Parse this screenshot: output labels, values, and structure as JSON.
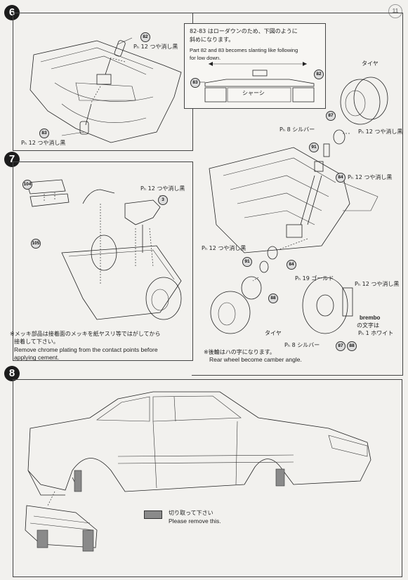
{
  "page_number": "11",
  "steps": {
    "s6": "6",
    "s7": "7",
    "s8": "8"
  },
  "step6": {
    "label_82_top": "Pₕ 12 つや消し黒",
    "label_83_bottom": "Pₕ 12 つや消し黒",
    "note_jp_1": "82-83 はローダウンのため、下図のように",
    "note_jp_2": "斜めになります。",
    "note_en_1": "Part 82 and 83 becomes slanting like following",
    "note_en_2": "for low down.",
    "chassis_label": "シャーシ",
    "tire_label": "タイヤ",
    "silver_label": "Pₕ 8 シルバー",
    "matte_black_87": "Pₕ 12 つや消し黒",
    "matte_black_84": "Pₕ 12 つや消し黒",
    "matte_black_mid": "Pₕ 12 つや消し黒",
    "gold_label": "Pₕ 19 ゴールド",
    "matte_black_disc": "Pₕ 12 つや消し黒",
    "brembo": "brembo",
    "brembo_jp": "の文字は",
    "white_label": "Pₕ 1 ホワイト",
    "silver_label2": "Pₕ 8 シルバー",
    "tire_label2": "タイヤ",
    "camber_jp": "※後輪はハの字になります。",
    "camber_en": "Rear wheel become camber angle.",
    "parts": [
      "82",
      "83",
      "87",
      "91",
      "84",
      "91",
      "84",
      "88",
      "87",
      "88"
    ]
  },
  "step7": {
    "matte_black": "Pₕ 12 つや消し黒",
    "part_3": "3",
    "part_104": "104",
    "part_105": "105",
    "note_jp_1": "※メッキ部品は接着面のメッキを紙ヤスリ等ではがしてから",
    "note_jp_2": "接着して下さい。",
    "note_en_1": "Remove chrome plating from the contact points before",
    "note_en_2": "applying cement."
  },
  "step8": {
    "remove_jp": "切り取って下さい",
    "remove_en": "Please remove this."
  },
  "colors": {
    "line": "#222222",
    "remove_swatch": "#8a8a8a",
    "paper": "#f2f1ee"
  }
}
